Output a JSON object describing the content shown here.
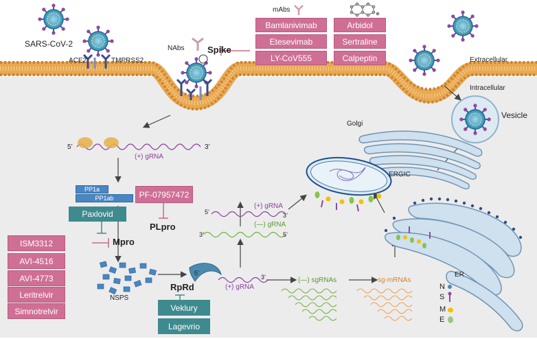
{
  "labels": {
    "sars": "SARS-CoV-2",
    "ace2": "ACE2",
    "tmprss2": "TMPRSS2",
    "nabs": "NAbs",
    "spike": "Spike",
    "mabs": "mAbs",
    "extracellular": "Extracellular",
    "intracellular": "Intracellular",
    "vesicle": "Vesicle",
    "golgi": "Golgi",
    "ergic": "ERGIC",
    "er": "ER",
    "grna_pos_top": "(+) gRNA",
    "five_top": "5’",
    "three_top": "3’",
    "pp1a": "PP1a",
    "pp1ab": "PP1ab",
    "plpro": "PLpro",
    "mpro": "Mpro",
    "nsps": "NSPS",
    "rprd": "RpRd",
    "grna_pos_mid": "(+) gRNA",
    "grna_neg_mid": "(—) gRNA",
    "grna_pos_low": "(+) gRNA",
    "sgrnas": "(—) sgRNAs",
    "sgmrnas": "sg-mRNAs",
    "n": "N",
    "s": "S",
    "m": "M",
    "e": "E",
    "five": "5’",
    "three": "3’"
  },
  "drugs": {
    "mabs": [
      "Bamlanivimab",
      "Etesevimab",
      "LY-CoV555"
    ],
    "small": [
      "Arbidol",
      "Sertraline",
      "Calpeptin"
    ],
    "plpro": "PF-07957472",
    "paxlovid": "Paxlovid",
    "mpro": [
      "ISM3312",
      "AVI-4516",
      "AVI-4773",
      "Leritrelvir",
      "Simnotrelvir"
    ],
    "rdrp": [
      "Veklury",
      "Lagevrio"
    ]
  },
  "colors": {
    "drug_box": "#cf6f95",
    "teal_box": "#3f8a8f",
    "membrane": "#e8a24a",
    "cell_bg": "#ececec",
    "virus_body": "#3aa6c9",
    "spike": "#8a4aa0"
  }
}
